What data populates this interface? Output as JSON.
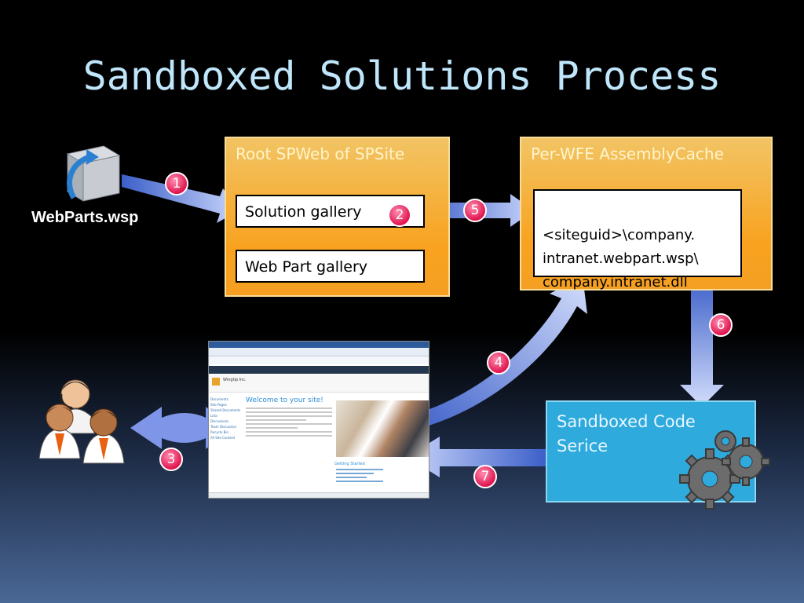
{
  "title": "Sandboxed Solutions Process",
  "package": {
    "label": "WebParts.wsp",
    "icon": "package-box-icon"
  },
  "root_spweb": {
    "title": "Root SPWeb of SPSite",
    "solution_gallery": "Solution gallery",
    "webpart_gallery": "Web Part gallery"
  },
  "assembly_cache": {
    "title": "Per-WFE AssemblyCache",
    "path": "<siteguid>\\company.\nintranet.webpart.wsp\\\ncompany.intranet.dll"
  },
  "sandboxed_service": {
    "label": "Sandboxed Code\nSerice",
    "icon": "gears-icon"
  },
  "users_icon": "users-group-icon",
  "steps": [
    "1",
    "2",
    "3",
    "4",
    "5",
    "6",
    "7"
  ],
  "screenshot": {
    "site_name": "Wingtip Inc.",
    "welcome": "Welcome to your site!",
    "nav_items": [
      "Documents",
      "Site Pages",
      "Shared Documents",
      "Lists",
      "Discussions",
      "Team Discussion",
      "Recycle Bin",
      "All Site Content"
    ],
    "getting_started": "Getting Started"
  },
  "colors": {
    "title": "#bfe6fb",
    "orange_box": "#f8a21f",
    "sandbox_box": "#2eaadd",
    "badge": "#e0154f",
    "arrow": "#6d8de8"
  }
}
